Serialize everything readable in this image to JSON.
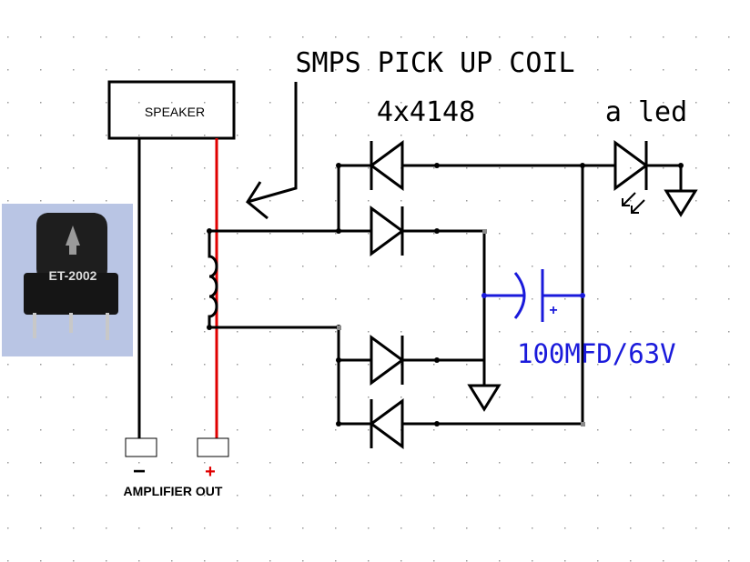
{
  "labels": {
    "title": "SMPS PICK UP COIL",
    "diodes": "4x4148",
    "led": "a led",
    "speaker": "SPEAKER",
    "capacitor": "100MFD/63V",
    "capacitor_polarity": "+",
    "amplifier_out": "AMPLIFIER OUT",
    "terminal_minus": "−",
    "terminal_plus": "+"
  },
  "photo": {
    "part_marking": "ET-2002"
  },
  "colors": {
    "wire": "#000000",
    "positive_wire": "#e00000",
    "capacitor": "#1a1adb",
    "grid_dot": "#9a9a9a",
    "photo_bg": "#b9c5e4",
    "component_body": "#1e1e1e",
    "component_text": "#dcdcdc"
  }
}
